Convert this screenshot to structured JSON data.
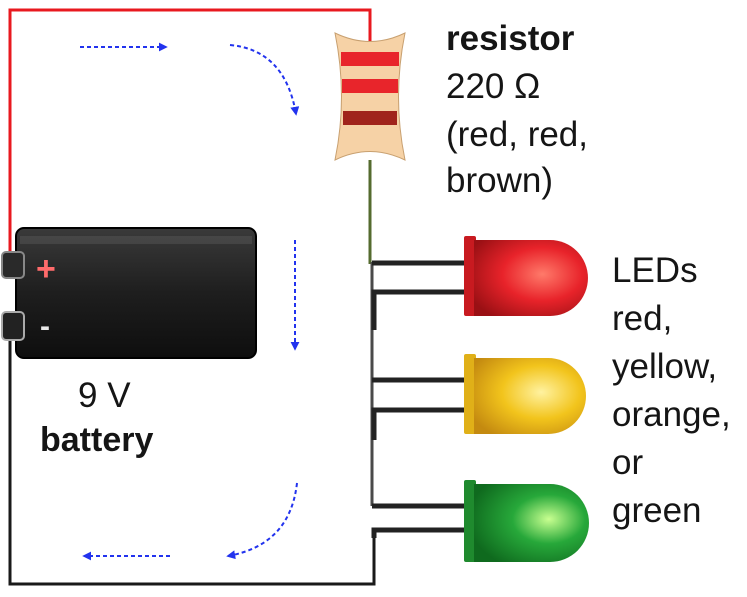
{
  "battery": {
    "voltage": "9 V",
    "label": "battery",
    "plus_symbol": "+",
    "minus_symbol": "-"
  },
  "resistor": {
    "label": "resistor",
    "value": "220 Ω",
    "bands_line1": "(red, red,",
    "bands_line2": "brown)"
  },
  "leds": {
    "title": "LEDs",
    "colors": [
      "red,",
      "yellow,",
      "orange,",
      "or",
      "green"
    ]
  },
  "colors": {
    "positive_wire": "#e8191f",
    "negative_wire": "#1a1a1a",
    "current_arrow": "#2233ee",
    "resistor_body": "#f6d2a6",
    "band_red": "#e8252b",
    "band_brown": "#a0241c",
    "led_red": "#e8232a",
    "led_yellow": "#f2c41c",
    "led_green": "#27a83a"
  },
  "icons": [
    "current-arrow-icon",
    "battery-icon",
    "resistor-icon",
    "led-icon"
  ]
}
